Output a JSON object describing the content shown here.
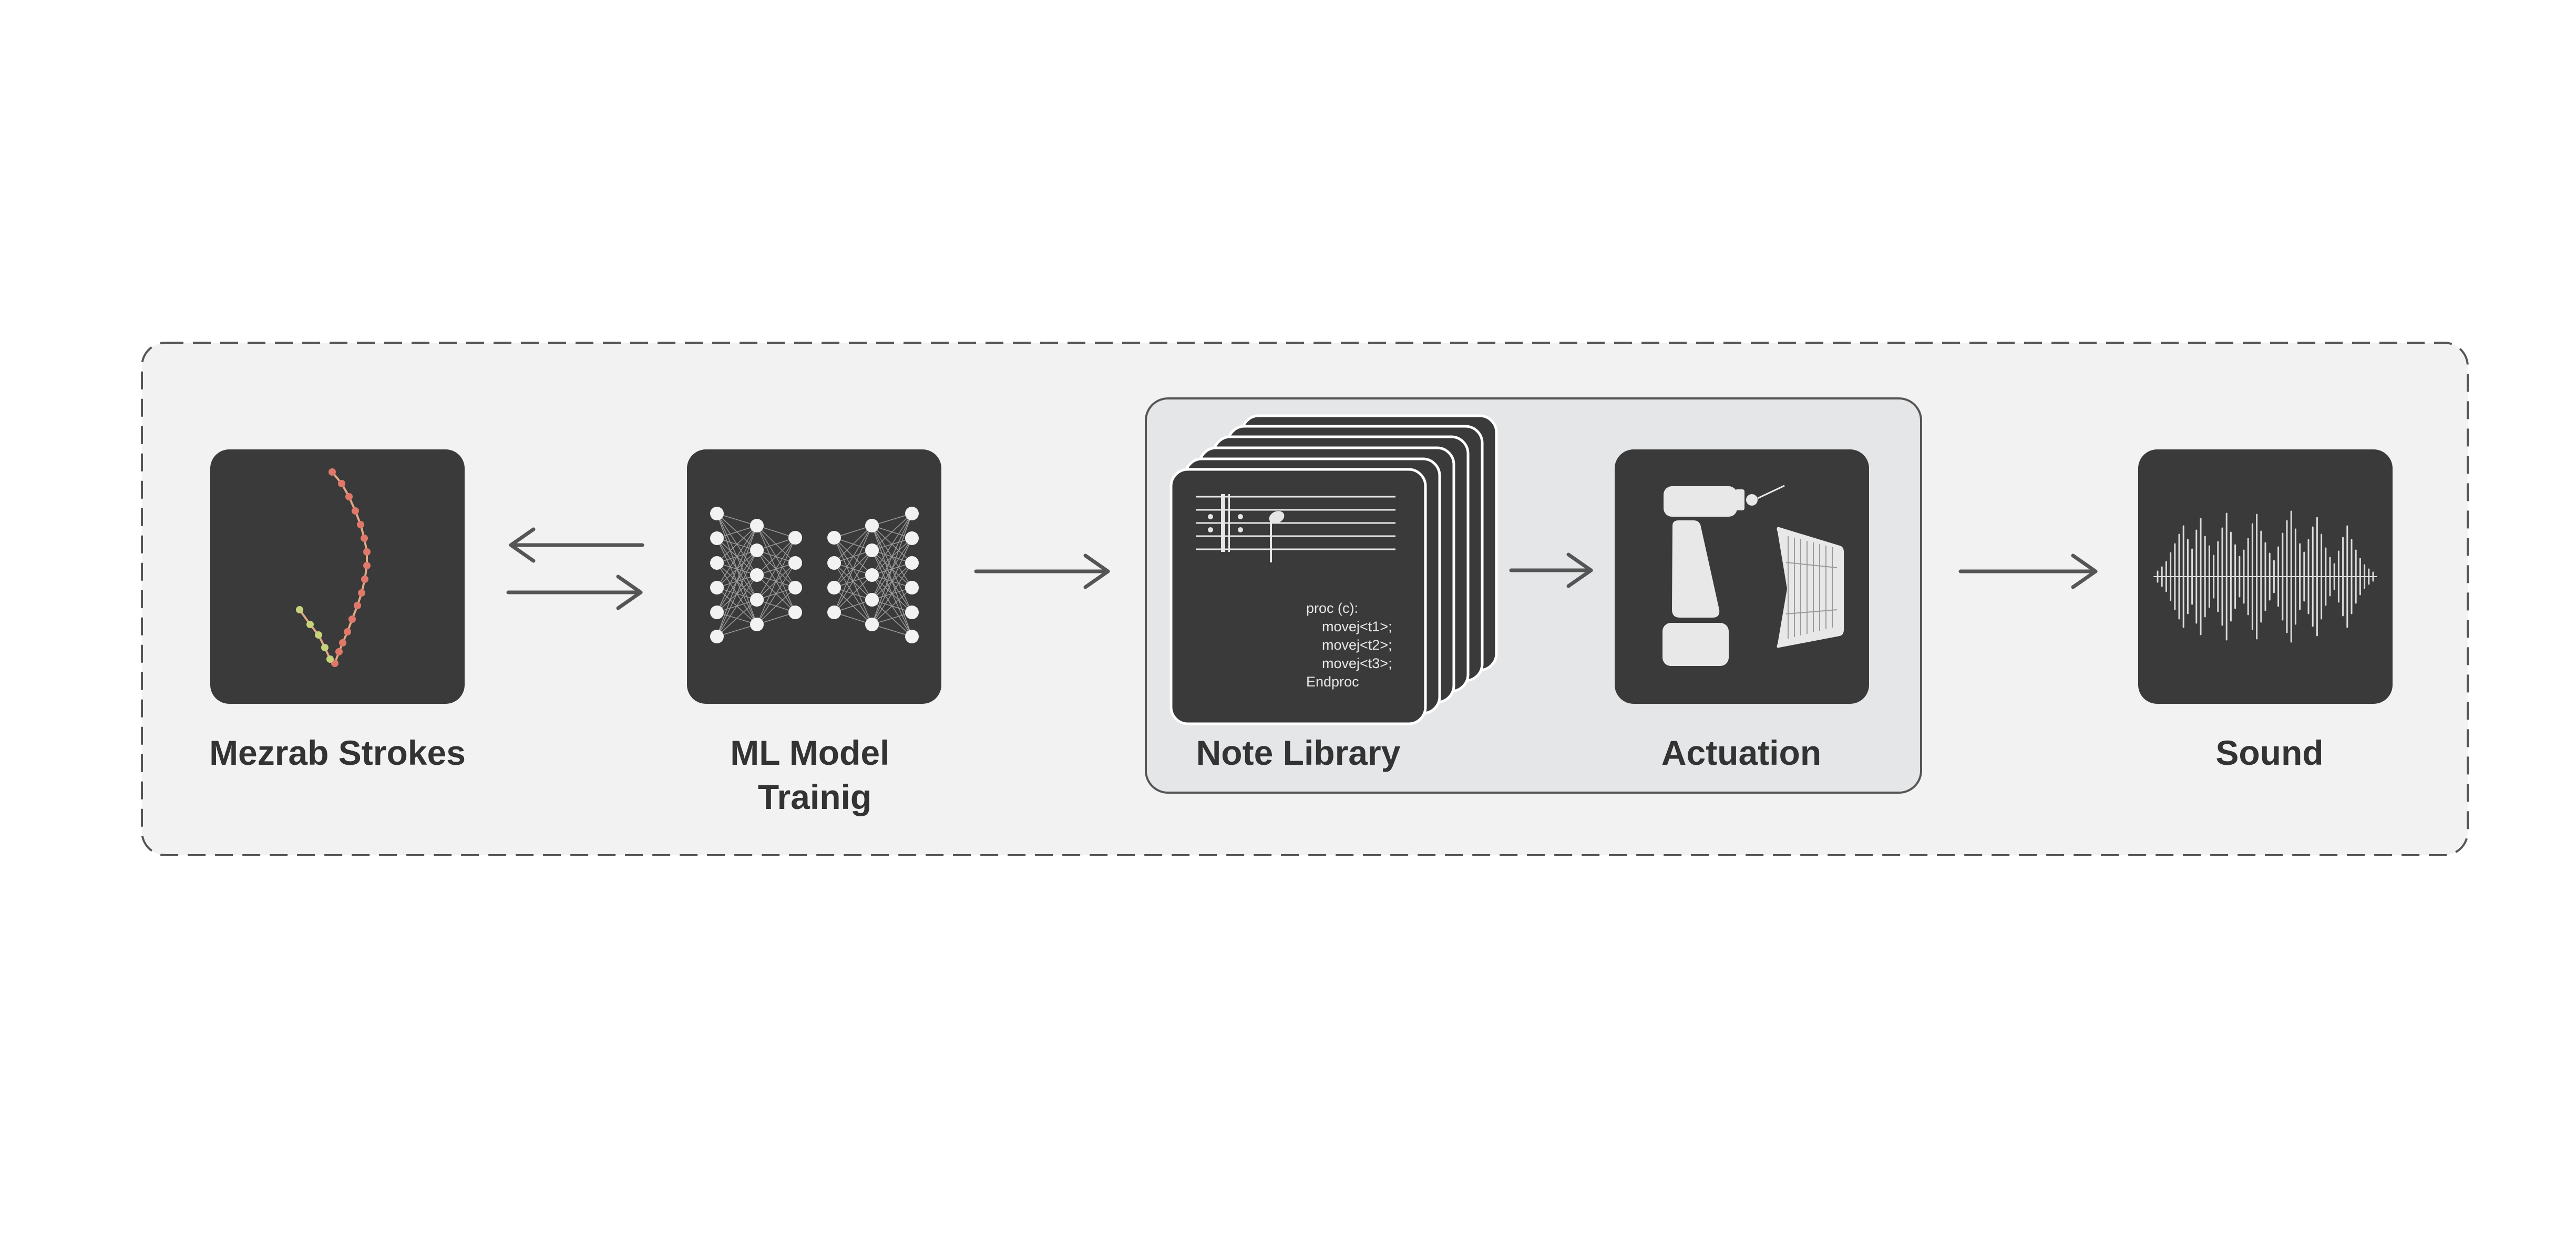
{
  "diagram": {
    "stages": [
      {
        "id": "mezrab",
        "label": "Mezrab Strokes",
        "icon": "stroke-trajectory-icon"
      },
      {
        "id": "ml",
        "label_lines": [
          "ML Model",
          "Trainig"
        ],
        "icon": "neural-network-icon"
      },
      {
        "id": "note-library",
        "label": "Note Library",
        "icon": "note-library-cards-icon"
      },
      {
        "id": "actuation",
        "label": "Actuation",
        "icon": "robot-arm-santur-icon"
      },
      {
        "id": "sound",
        "label": "Sound",
        "icon": "sound-waveform-icon"
      }
    ],
    "code_lines": [
      "proc (c):",
      "movej<t1>;",
      "movej<t2>;",
      "movej<t3>;",
      "Endproc"
    ],
    "connections": [
      {
        "from": "mezrab",
        "to": "ml",
        "direction": "bidirectional"
      },
      {
        "from": "ml",
        "to": "note-library",
        "direction": "forward"
      },
      {
        "from": "note-library",
        "to": "actuation",
        "direction": "forward"
      },
      {
        "from": "actuation",
        "to": "sound",
        "direction": "forward"
      }
    ],
    "colors": {
      "outer_panel": "#f2f2f2",
      "outer_border": "#555555",
      "inner_panel": "#e5e6e8",
      "tile": "#3a3a3a",
      "label": "#333333",
      "arrow": "#555555",
      "stroke_path": "#e0a882",
      "stroke_points": "#e0786a",
      "stroke_start": "#c8d27a"
    }
  }
}
